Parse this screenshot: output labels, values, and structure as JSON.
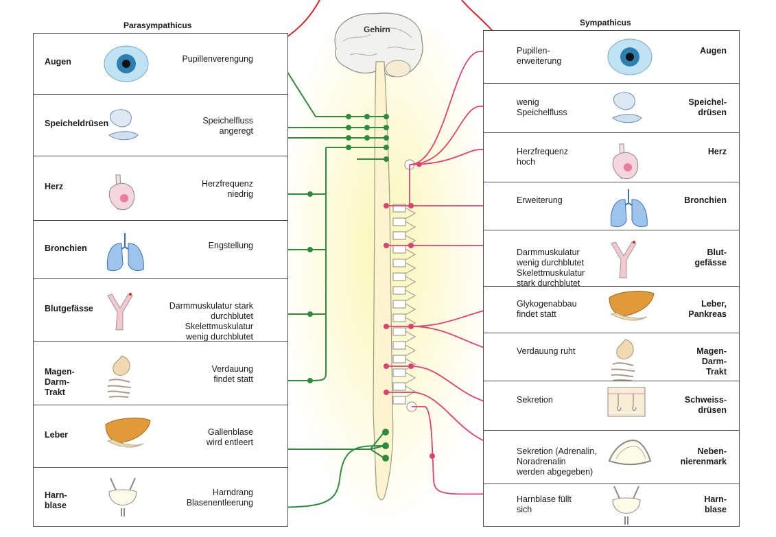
{
  "brain_label": "Gehirn",
  "parasympathicus": {
    "title": "Parasympathicus",
    "rows": [
      {
        "organ": "Augen",
        "effect": "Pupillenverengung",
        "icon": "eye-icon"
      },
      {
        "organ": "Speicheldrüsen",
        "effect": "Speichelfluss\nangeregt",
        "icon": "salivary-gland-icon"
      },
      {
        "organ": "Herz",
        "effect": "Herzfrequenz\nniedrig",
        "icon": "heart-icon"
      },
      {
        "organ": "Bronchien",
        "effect": "Engstellung",
        "icon": "lungs-icon"
      },
      {
        "organ": "Blutgefässe",
        "effect": "Darmmuskulatur stark\ndurchblutet\nSkelettmuskulatur\nwenig durchblutet",
        "icon": "blood-vessel-icon"
      },
      {
        "organ": "Magen-\nDarm-\nTrakt",
        "effect": "Verdauung\nfindet statt",
        "icon": "stomach-intestine-icon"
      },
      {
        "organ": "Leber",
        "effect": "Gallenblase\nwird entleert",
        "icon": "liver-icon"
      },
      {
        "organ": "Harn-\nblase",
        "effect": "Harndrang\nBlasenentleerung",
        "icon": "bladder-icon"
      }
    ]
  },
  "sympathicus": {
    "title": "Sympathicus",
    "rows": [
      {
        "organ": "Augen",
        "effect": "Pupillen-\nerweiterung",
        "icon": "eye-icon"
      },
      {
        "organ": "Speichel-\ndrüsen",
        "effect": "wenig\nSpeichelfluss",
        "icon": "salivary-gland-icon"
      },
      {
        "organ": "Herz",
        "effect": "Herzfrequenz\nhoch",
        "icon": "heart-icon"
      },
      {
        "organ": "Bronchien",
        "effect": "Erweiterung",
        "icon": "lungs-icon"
      },
      {
        "organ": "Blut-\ngefässe",
        "effect": "Darmmuskulatur\nwenig durchblutet\nSkelettmuskulatur\nstark durchblutet",
        "icon": "blood-vessel-icon"
      },
      {
        "organ": "Leber,\nPankreas",
        "effect": "Glykogenabbau\nfindet statt",
        "icon": "liver-icon"
      },
      {
        "organ": "Magen-\nDarm-\nTrakt",
        "effect": "Verdauung ruht",
        "icon": "stomach-intestine-icon"
      },
      {
        "organ": "Schweiss-\ndrüsen",
        "effect": "Sekretion",
        "icon": "sweat-gland-icon"
      },
      {
        "organ": "Neben-\nnierenmark",
        "effect": "Sekretion (Adrenalin,\nNoradrenalin\nwerden abgegeben)",
        "icon": "adrenal-gland-icon"
      },
      {
        "organ": "Harn-\nblase",
        "effect": "Harnblase füllt\nsich",
        "icon": "bladder-icon"
      }
    ]
  },
  "colors": {
    "parasympathetic": "#2e8b3e",
    "sympathetic": "#e0406e",
    "annotation": "#d8222a",
    "glow": "#fbf7c8"
  }
}
